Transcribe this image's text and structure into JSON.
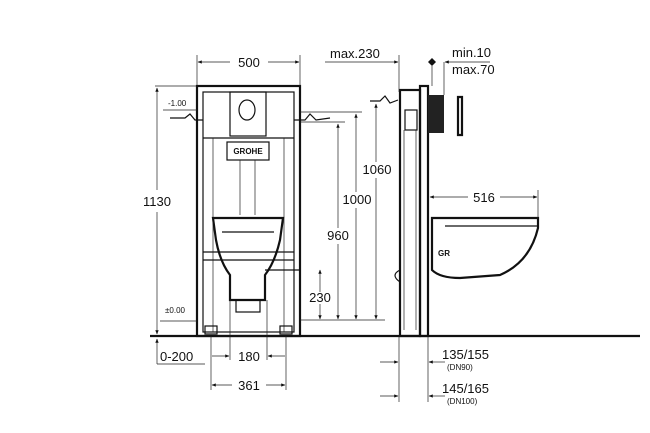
{
  "diagram": {
    "logo": "GROHE",
    "dimensions": {
      "frame_width": "500",
      "wall_depth": "max.230",
      "plate_min": "min.10",
      "plate_max": "max.70",
      "level_top": "-1.00",
      "level_bottom": "±0.00",
      "height_total": "1130",
      "height_1060": "1060",
      "height_1000": "1000",
      "height_960": "960",
      "height_230": "230",
      "bowl_projection": "516",
      "floor_adjust": "0-200",
      "bolt_spacing": "180",
      "foot_spacing": "361",
      "drain_dn90": "135/155",
      "drain_dn90_note": "(DN90)",
      "drain_dn100": "145/165",
      "drain_dn100_note": "(DN100)"
    }
  }
}
